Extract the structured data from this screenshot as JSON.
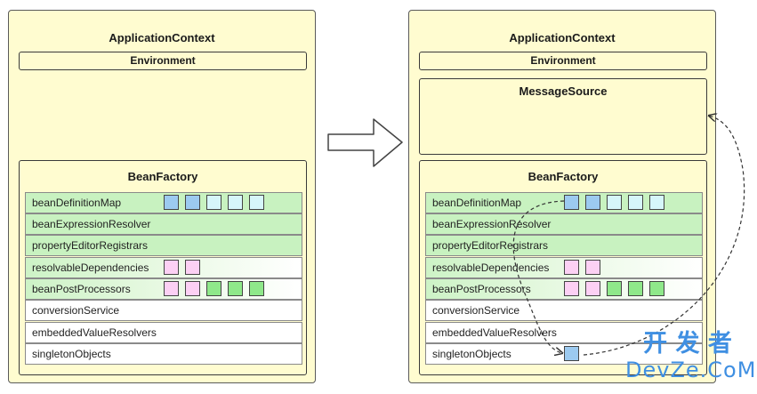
{
  "left": {
    "title": "ApplicationContext",
    "environment": "Environment",
    "bean_factory": "BeanFactory",
    "rows": [
      "beanDefinitionMap",
      "beanExpressionResolver",
      "propertyEditorRegistrars",
      "resolvableDependencies",
      "beanPostProcessors",
      "conversionService",
      "embeddedValueResolvers",
      "singletonObjects"
    ]
  },
  "right": {
    "title": "ApplicationContext",
    "environment": "Environment",
    "message_source": "MessageSource",
    "bean_factory": "BeanFactory",
    "rows": [
      "beanDefinitionMap",
      "beanExpressionResolver",
      "propertyEditorRegistrars",
      "resolvableDependencies",
      "beanPostProcessors",
      "conversionService",
      "embeddedValueResolvers",
      "singletonObjects"
    ]
  },
  "legend_colors": {
    "bean_definition": "#9ccaf0",
    "bean_definition_light": "#d6f6fa",
    "resolvable": "#fcd0f4",
    "post_processor": "#8fe88a"
  },
  "watermark": {
    "line1": "开 发 者",
    "line2": "DevZe.CoM"
  }
}
